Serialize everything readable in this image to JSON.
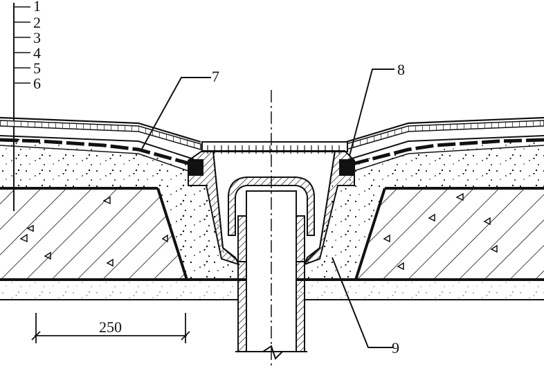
{
  "layer_labels": [
    "1",
    "2",
    "3",
    "4",
    "5",
    "6"
  ],
  "callouts": {
    "left_detail": "7",
    "right_detail": "8",
    "concrete_fill": "9"
  },
  "dimension": {
    "value": "250"
  },
  "colors": {
    "ink": "#111111",
    "paper": "#ffffff"
  }
}
